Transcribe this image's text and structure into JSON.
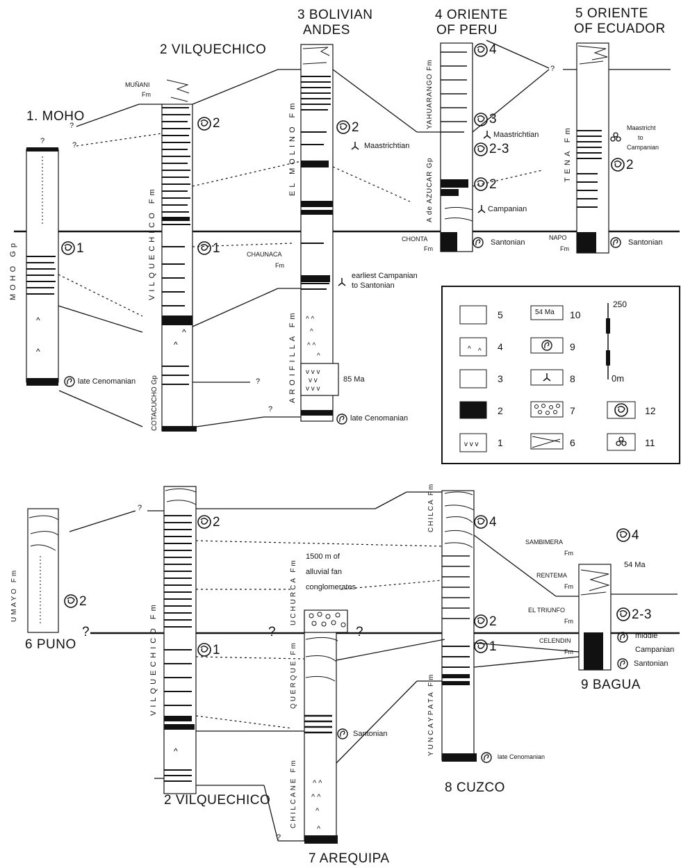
{
  "titles": {
    "moho": "1. MOHO",
    "vilquechico_top": "2 VILQUECHICO",
    "bolivian_1": "3 BOLIVIAN",
    "bolivian_2": "ANDES",
    "peru_1": "4 ORIENTE",
    "peru_2": "OF PERU",
    "ecuador_1": "5 ORIENTE",
    "ecuador_2": "OF ECUADOR",
    "puno": "6 PUNO",
    "vilquechico_bottom": "2 VILQUECHICO",
    "arequipa": "7 AREQUIPA",
    "cuzco": "8 CUZCO",
    "bagua": "9 BAGUA"
  },
  "formations": {
    "moho_gp": "MOHO Gp",
    "munani_1": "MUÑANI",
    "munani_2": "Fm",
    "vilquechico_fm_top": "VILQUECHICO Fm",
    "cotacucho_gp": "COTACUCHO Gp",
    "el_molino": "EL MOLINO Fm",
    "chaunaca_1": "CHAUNACA",
    "chaunaca_2": "Fm",
    "aroifilla": "AROIFILLA Fm",
    "yahuarango": "YAHUARANGO Fm",
    "azucar_gp": "A de AZUCAR Gp",
    "chonta_1": "CHONTA",
    "chonta_2": "Fm",
    "tena": "TENA Fm",
    "napo_1": "NAPO",
    "napo_2": "Fm",
    "umayo": "UMAYO Fm",
    "vilquechico_fm_bottom": "VILQUECHICO Fm",
    "uchurca": "UCHURCA Fm",
    "querque": "QUERQUE Fm",
    "chilcane": "CHILCANE Fm",
    "chilca": "CHILCA Fm",
    "yuncaypata": "YUNCAYPATA Fm",
    "sambimera_1": "SAMBIMERA",
    "sambimera_2": "Fm",
    "rentema_1": "RENTEMA",
    "rentema_2": "Fm",
    "el_triunfo_1": "EL TRIUNFO",
    "el_triunfo_2": "Fm",
    "celendin_1": "CELENDIN",
    "celendin_2": "Fm"
  },
  "annotations": {
    "moho_late_cenomanian": "late Cenomanian",
    "maastrichtian_bol": "Maastrichtian",
    "earliest_campanian_1": "earliest Campanian",
    "earliest_campanian_2": "to Santonian",
    "age_85": "85 Ma",
    "bol_late_cenomanian": "late Cenomanian",
    "maastrichtian_peru": "Maastrichtian",
    "campanian_peru": "Campanian",
    "santonian_peru": "Santonian",
    "maastricht_ec_1": "Maastricht",
    "maastricht_ec_2": "to",
    "maastricht_ec_3": "Campanian",
    "santonian_ec": "Santonian",
    "uchurca_note_1": "1500 m of",
    "uchurca_note_2": "alluvial fan",
    "uchurca_note_3": "conglomerates",
    "santonian_arequipa": "Santonian",
    "age_54": "54 Ma",
    "middle_campanian_1": "middle",
    "middle_campanian_2": "Campanian",
    "santonian_bagua": "Santonian",
    "cuzco_late_cenomanian": "late Cenomanian"
  },
  "charophyte_zones": {
    "moho_1": "1",
    "vilq_2": "2",
    "vilq_1": "1",
    "bol_2": "2",
    "peru_4": "4",
    "peru_3": "3",
    "peru_23": "2-3",
    "peru_2": "2",
    "ecu_2": "2",
    "puno_2": "2",
    "vilqb_2": "2",
    "vilqb_1": "1",
    "cuz_4": "4",
    "cuz_2": "2",
    "cuz_1": "1",
    "bag_4": "4",
    "bag_23": "2-3"
  },
  "question_mark": "?",
  "legend": {
    "items": [
      {
        "num": "5",
        "pattern": "blank"
      },
      {
        "num": "4",
        "pattern": "carets"
      },
      {
        "num": "3",
        "pattern": "blank"
      },
      {
        "num": "2",
        "pattern": "solid"
      },
      {
        "num": "1",
        "pattern": "v-marks"
      },
      {
        "num": "10",
        "pattern": "age",
        "box_text": "54 Ma"
      },
      {
        "num": "9",
        "pattern": "gastropod"
      },
      {
        "num": "8",
        "pattern": "dinosaur-track"
      },
      {
        "num": "7",
        "pattern": "conglomerate"
      },
      {
        "num": "6",
        "pattern": "cross-bedding"
      },
      {
        "num": "12",
        "pattern": "charophyte"
      },
      {
        "num": "11",
        "pattern": "ostracod"
      }
    ],
    "scale_top": "250",
    "scale_bottom": "0m"
  }
}
